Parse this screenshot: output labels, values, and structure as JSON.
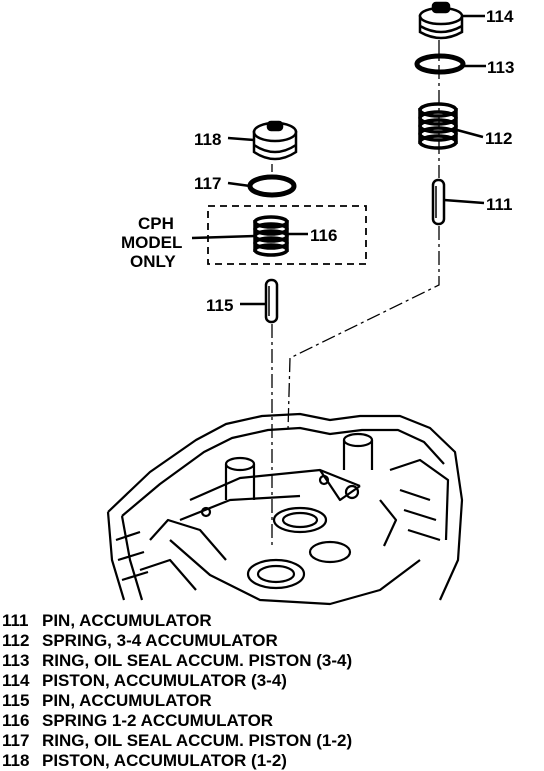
{
  "callouts": {
    "c111": "111",
    "c112": "112",
    "c113": "113",
    "c114": "114",
    "c115": "115",
    "c116": "116",
    "c117": "117",
    "c118": "118"
  },
  "note": {
    "line1": "CPH",
    "line2": "MODEL",
    "line3": "ONLY"
  },
  "legend": [
    {
      "num": "111",
      "desc": "PIN, ACCUMULATOR"
    },
    {
      "num": "112",
      "desc": "SPRING, 3-4 ACCUMULATOR"
    },
    {
      "num": "113",
      "desc": "RING, OIL SEAL ACCUM. PISTON (3-4)"
    },
    {
      "num": "114",
      "desc": "PISTON, ACCUMULATOR (3-4)"
    },
    {
      "num": "115",
      "desc": "PIN, ACCUMULATOR"
    },
    {
      "num": "116",
      "desc": "SPRING 1-2 ACCUMULATOR"
    },
    {
      "num": "117",
      "desc": "RING, OIL SEAL ACCUM. PISTON (1-2)"
    },
    {
      "num": "118",
      "desc": "PISTON, ACCUMULATOR (1-2)"
    }
  ]
}
